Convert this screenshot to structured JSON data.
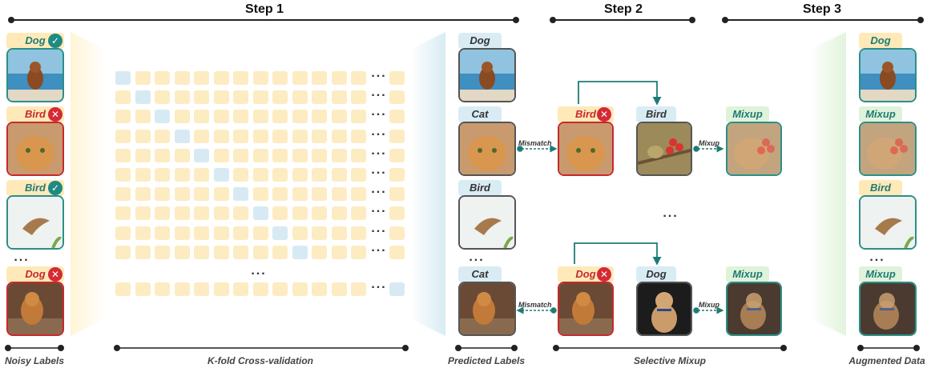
{
  "steps": {
    "step1": "Step 1",
    "step2": "Step 2",
    "step3": "Step 3"
  },
  "captions": {
    "noisy": "Noisy Labels",
    "kfold": "K-fold Cross-validation",
    "predicted": "Predicted Labels",
    "mixup": "Selective Mixup",
    "augmented": "Augmented Data"
  },
  "noisy_labels": [
    "Dog",
    "Bird",
    "Bird",
    "Dog"
  ],
  "predicted_labels": [
    "Dog",
    "Cat",
    "Bird",
    "Cat"
  ],
  "mixup_sources": [
    "Bird",
    "Dog"
  ],
  "mixup_targets": [
    "Bird",
    "Dog"
  ],
  "mixup_results": [
    "Mixup",
    "Mixup"
  ],
  "augmented_labels": [
    "Dog",
    "Mixup",
    "Bird",
    "Mixup"
  ],
  "edge_labels": {
    "mismatch": "Mismatch",
    "mixup": "Mixup"
  },
  "ellipsis": "...",
  "colors": {
    "teal": "#1e7b75",
    "red": "#c8282d",
    "yellow_cell": "#fdecc2",
    "blue_cell": "#d7eaf3"
  }
}
